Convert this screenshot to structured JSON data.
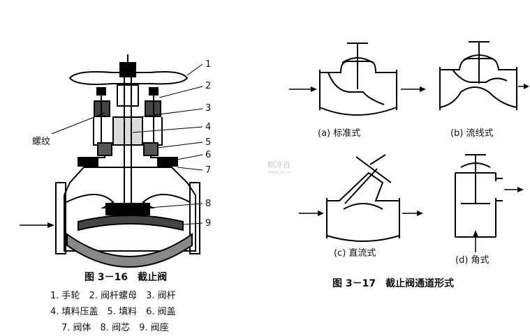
{
  "fig316": {
    "callouts": [
      "1",
      "2",
      "3",
      "4",
      "5",
      "6",
      "7",
      "8",
      "9"
    ],
    "thread_label": "螺纹",
    "title": "图 3－16　截止阀",
    "parts_lines": [
      "1. 手轮　2. 阀杆螺母　3. 阀杆",
      "4. 填料压盖　5. 填料　6. 阀盖",
      "7. 阀体　8. 阀芯　9. 阀座"
    ]
  },
  "fig317": {
    "title": "图 3－17　截止阀通道形式",
    "subfigures": [
      {
        "label": "(a)  标准式"
      },
      {
        "label": "(b) 流线式"
      },
      {
        "label": "(c) 直流式"
      },
      {
        "label": "(d) 角式"
      }
    ]
  },
  "watermark": {
    "text": "制冷百",
    "url": "www.zl1.cn"
  }
}
